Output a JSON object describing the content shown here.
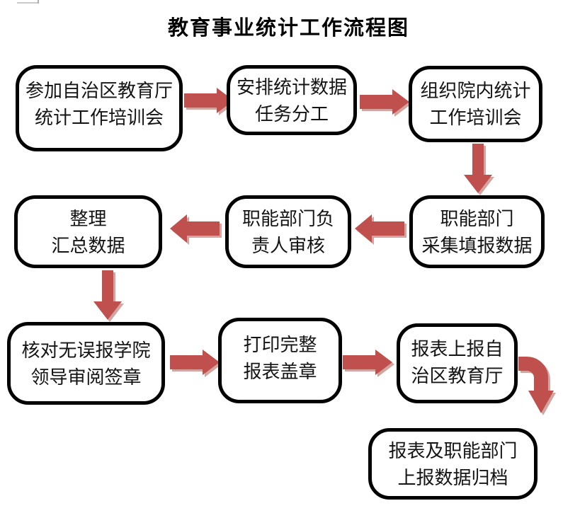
{
  "title": "教育事业统计工作流程图",
  "colors": {
    "arrow": "#c0504d",
    "arrow_shadow": "#d4a5a0",
    "node_border": "#000000",
    "node_fill": "#ffffff"
  },
  "nodes": [
    {
      "line1": "参加自治区教育厅",
      "line2": "统计工作培训会"
    },
    {
      "line1": "安排统计数据",
      "line2": "任务分工"
    },
    {
      "line1": "组织院内统计",
      "line2": "工作培训会"
    },
    {
      "line1": "职能部门",
      "line2": "采集填报数据"
    },
    {
      "line1": "职能部门负",
      "line2": "责人审核"
    },
    {
      "line1": "整理",
      "line2": "汇总数据"
    },
    {
      "line1": "核对无误报学院",
      "line2": "领导审阅签章"
    },
    {
      "line1": "打印完整",
      "line2": "报表盖章"
    },
    {
      "line1": "报表上报自",
      "line2": "治区教育厅"
    },
    {
      "line1": "报表及职能部门",
      "line2": "上报数据归档"
    }
  ],
  "arrows": [
    {
      "direction": "right"
    },
    {
      "direction": "right"
    },
    {
      "direction": "down"
    },
    {
      "direction": "left"
    },
    {
      "direction": "left"
    },
    {
      "direction": "down"
    },
    {
      "direction": "right"
    },
    {
      "direction": "right"
    },
    {
      "direction": "bent-down"
    }
  ]
}
